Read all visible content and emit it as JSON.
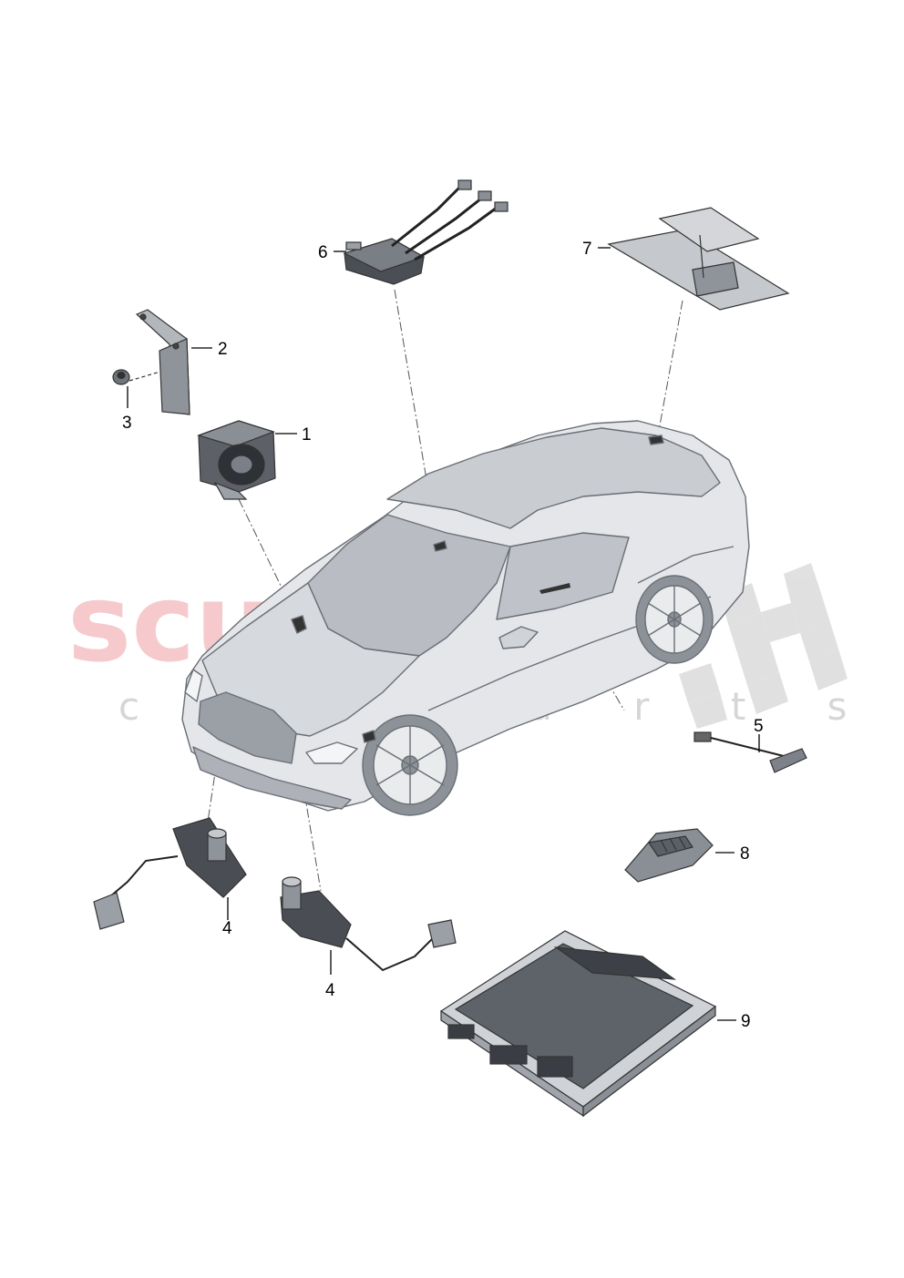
{
  "watermark": {
    "brand": "scuderia",
    "tagline": "c a r   p a r t s"
  },
  "callouts": [
    "1",
    "2",
    "3",
    "4",
    "4",
    "5",
    "6",
    "7",
    "8",
    "9"
  ]
}
